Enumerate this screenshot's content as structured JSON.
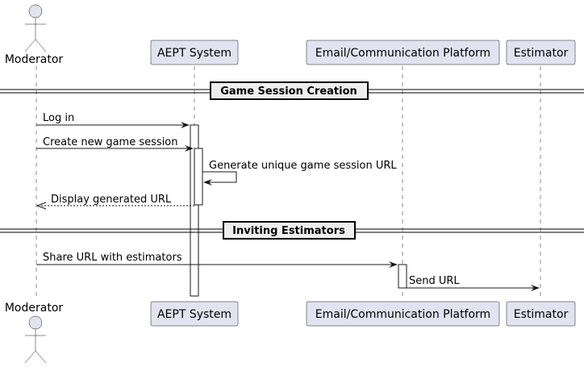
{
  "participants": {
    "moderator": {
      "label": "Moderator"
    },
    "aept": {
      "label": "AEPT System"
    },
    "email": {
      "label": "Email/Communication Platform"
    },
    "estimator": {
      "label": "Estimator"
    }
  },
  "dividers": {
    "session_creation": "Game Session Creation",
    "inviting": "Inviting Estimators"
  },
  "messages": {
    "login": "Log in",
    "create_session": "Create new game session",
    "generate_url": "Generate unique game session URL",
    "display_url": "Display generated URL",
    "share_url": "Share URL with estimators",
    "send_url": "Send URL"
  },
  "colors": {
    "participant_fill": "#E2E2F0",
    "participant_border": "#181818",
    "divider_fill": "#EEEEEE"
  }
}
